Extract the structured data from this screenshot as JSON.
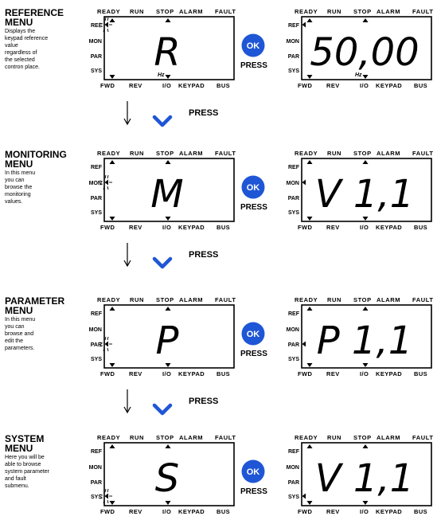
{
  "labels": {
    "top": [
      "READY",
      "RUN",
      "STOP",
      "ALARM",
      "FAULT"
    ],
    "bottom": [
      "FWD",
      "REV",
      "I/O",
      "KEYPAD",
      "BUS"
    ],
    "side": [
      "REF",
      "MON",
      "PAR",
      "SYS"
    ],
    "hz": "Hz",
    "ok": "OK",
    "press": "PRESS"
  },
  "transitions": [
    "PRESS",
    "PRESS",
    "PRESS"
  ],
  "colors": {
    "ok_button": "#1f56d6",
    "chevron": "#1f56d6"
  },
  "icons": {
    "down_arrow": "down-arrow-icon",
    "chevron": "chevron-down-icon",
    "blink": "blinking-cursor-icon"
  },
  "menus": [
    {
      "title": "REFERENCE MENU",
      "title_lines": [
        "REFERENCE",
        "MENU"
      ],
      "description": [
        "Displays the",
        "keypad reference",
        "value",
        "regardless of",
        "the selected",
        "contron place."
      ],
      "active_side": "REF",
      "left_display": {
        "text": "R",
        "hz": true
      },
      "right_display": {
        "text": "50,00",
        "hz": true
      }
    },
    {
      "title": "MONITORING MENU",
      "title_lines": [
        "MONITORING",
        "MENU"
      ],
      "description": [
        "In this menu",
        "you can",
        "browse the",
        "monitoring",
        "values."
      ],
      "active_side": "MON",
      "left_display": {
        "text": "M",
        "hz": false
      },
      "right_display": {
        "text": "V  1,1",
        "hz": false
      }
    },
    {
      "title": "PARAMETER MENU",
      "title_lines": [
        "PARAMETER",
        "MENU"
      ],
      "description": [
        "In this menu",
        "you can",
        "browse and",
        "edit the",
        "parameters."
      ],
      "active_side": "PAR",
      "left_display": {
        "text": "P",
        "hz": false
      },
      "right_display": {
        "text": "P  1,1",
        "hz": false
      }
    },
    {
      "title": "SYSTEM MENU",
      "title_lines": [
        "SYSTEM",
        "MENU"
      ],
      "description": [
        "Here you will be",
        "able to browse",
        "system parameter",
        "and fault",
        "submenu."
      ],
      "active_side": "SYS",
      "left_display": {
        "text": "S",
        "hz": false
      },
      "right_display": {
        "text": "V  1,1",
        "hz": false
      }
    }
  ]
}
